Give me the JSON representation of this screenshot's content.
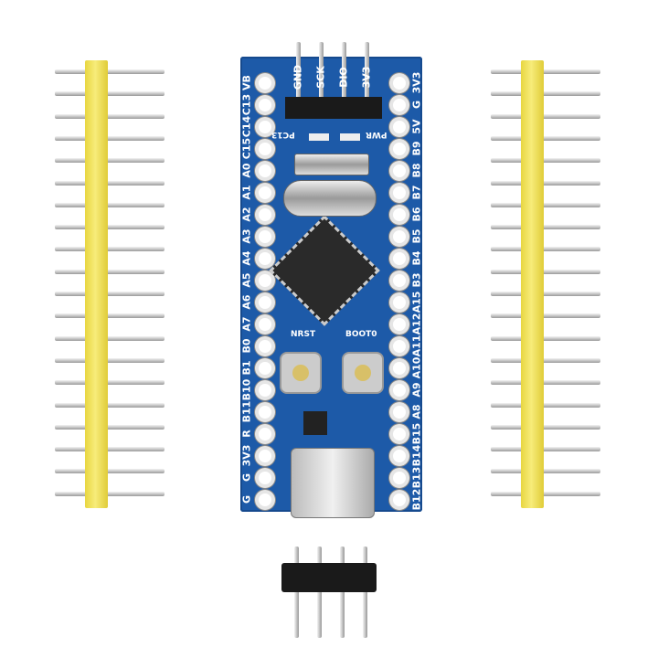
{
  "board": {
    "left_pins": [
      "VB",
      "C13",
      "C14",
      "C15",
      "A0",
      "A1",
      "A2",
      "A3",
      "A4",
      "A5",
      "A6",
      "A7",
      "B0",
      "B1",
      "B10",
      "B11",
      "R",
      "3V3",
      "G",
      "G"
    ],
    "right_pins": [
      "3V3",
      "G",
      "5V",
      "B9",
      "B8",
      "B7",
      "B6",
      "B5",
      "B4",
      "B3",
      "A15",
      "A12",
      "A11",
      "A10",
      "A9",
      "A8",
      "B15",
      "B14",
      "B13",
      "B12"
    ],
    "debug_header": [
      "GND",
      "SCK",
      "DIO",
      "3V3"
    ],
    "led_labels": {
      "pc13": "PC13",
      "pwr": "PWR"
    },
    "button_labels": {
      "reset": "NRST",
      "boot": "BOOT0"
    },
    "colors": {
      "pcb": "#1d5aa8",
      "header_plastic_yellow": "#f0e060",
      "header_plastic_black": "#1a1a1a"
    }
  },
  "loose_headers": {
    "yellow_pin_count": 20,
    "black_pin_count": 4
  }
}
